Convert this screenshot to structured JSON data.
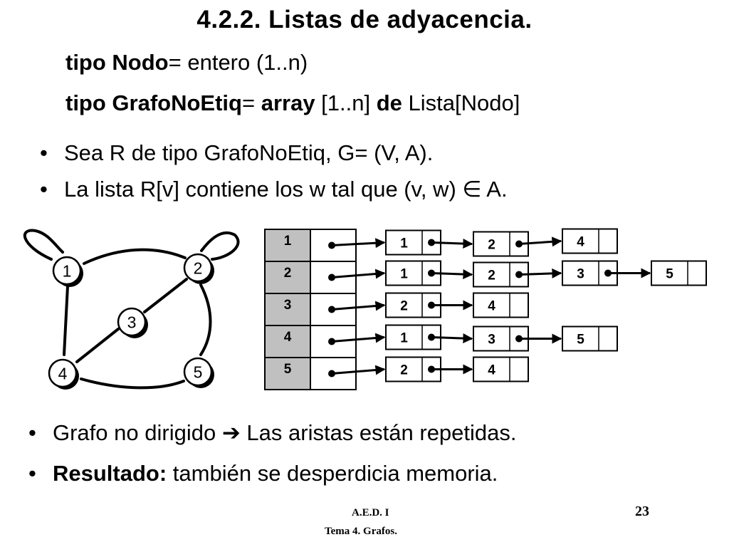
{
  "slide": {
    "title": "4.2.2. Listas de adyacencia.",
    "type_lines": [
      {
        "kw1": "tipo Nodo",
        "eq": "= ",
        "rest": "entero (1..n)"
      },
      {
        "kw1": "tipo GrafoNoEtiq",
        "eq": "= ",
        "kw2": "array",
        "mid": " [1..n] ",
        "kw3": "de",
        "rest": " Lista[Nodo]"
      }
    ],
    "bullets_top": [
      {
        "text": "Sea R de tipo GrafoNoEtiq, G= (V, A)."
      },
      {
        "pre": "La lista R[v] contiene los w tal que (v, w) ",
        "symbol": "∈",
        "post": " A."
      }
    ],
    "bullets_bottom": [
      {
        "pre": "Grafo no dirigido ",
        "arrow": "➔",
        "post": " Las aristas están repetidas."
      },
      {
        "bold": "Resultado:",
        "post": " también se desperdicia memoria."
      }
    ],
    "bullet_glyph": "•",
    "footer": {
      "course": "A.E.D. I",
      "topic": "Tema 4. Grafos.",
      "page": "23"
    }
  },
  "graph": {
    "nodes": [
      {
        "id": "n1",
        "label": "1"
      },
      {
        "id": "n2",
        "label": "2"
      },
      {
        "id": "n3",
        "label": "3"
      },
      {
        "id": "n4",
        "label": "4"
      },
      {
        "id": "n5",
        "label": "5"
      }
    ],
    "edges": [
      [
        "1",
        "1"
      ],
      [
        "2",
        "2"
      ],
      [
        "1",
        "2"
      ],
      [
        "1",
        "4"
      ],
      [
        "2",
        "3"
      ],
      [
        "3",
        "4"
      ],
      [
        "2",
        "5"
      ],
      [
        "4",
        "5"
      ]
    ]
  },
  "adjacency": {
    "array_index": [
      "1",
      "2",
      "3",
      "4",
      "5"
    ],
    "lists": [
      [
        "1",
        "2",
        "4"
      ],
      [
        "1",
        "2",
        "3",
        "5"
      ],
      [
        "2",
        "4"
      ],
      [
        "1",
        "3",
        "5"
      ],
      [
        "2",
        "4"
      ]
    ]
  }
}
